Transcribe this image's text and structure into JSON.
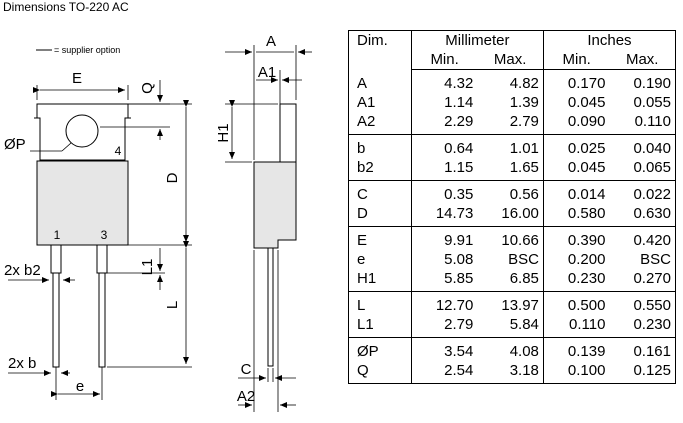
{
  "title": "Dimensions TO-220 AC",
  "legend": "= supplier option",
  "drawing_labels": {
    "E": "E",
    "Q": "Q",
    "P": "ØP",
    "D": "D",
    "L1": "L1",
    "L": "L",
    "b2": "2x b2",
    "b": "2x b",
    "e": "e",
    "pin1": "1",
    "pin3": "3",
    "pin4": "4",
    "A": "A",
    "A1": "A1",
    "H1": "H1",
    "C": "C",
    "A2": "A2"
  },
  "table": {
    "headers": {
      "dim": "Dim.",
      "millimeter": "Millimeter",
      "inches": "Inches",
      "min": "Min.",
      "max": "Max."
    },
    "groups": [
      [
        {
          "dim": "A",
          "mm_min": "4.32",
          "mm_max": "4.82",
          "in_min": "0.170",
          "in_max": "0.190"
        },
        {
          "dim": "A1",
          "mm_min": "1.14",
          "mm_max": "1.39",
          "in_min": "0.045",
          "in_max": "0.055"
        },
        {
          "dim": "A2",
          "mm_min": "2.29",
          "mm_max": "2.79",
          "in_min": "0.090",
          "in_max": "0.110"
        }
      ],
      [
        {
          "dim": "b",
          "mm_min": "0.64",
          "mm_max": "1.01",
          "in_min": "0.025",
          "in_max": "0.040"
        },
        {
          "dim": "b2",
          "mm_min": "1.15",
          "mm_max": "1.65",
          "in_min": "0.045",
          "in_max": "0.065"
        }
      ],
      [
        {
          "dim": "C",
          "mm_min": "0.35",
          "mm_max": "0.56",
          "in_min": "0.014",
          "in_max": "0.022"
        },
        {
          "dim": "D",
          "mm_min": "14.73",
          "mm_max": "16.00",
          "in_min": "0.580",
          "in_max": "0.630"
        }
      ],
      [
        {
          "dim": "E",
          "mm_min": "9.91",
          "mm_max": "10.66",
          "in_min": "0.390",
          "in_max": "0.420"
        },
        {
          "dim": "e",
          "mm_min": "5.08",
          "mm_max": "BSC",
          "in_min": "0.200",
          "in_max": "BSC"
        },
        {
          "dim": "H1",
          "mm_min": "5.85",
          "mm_max": "6.85",
          "in_min": "0.230",
          "in_max": "0.270"
        }
      ],
      [
        {
          "dim": "L",
          "mm_min": "12.70",
          "mm_max": "13.97",
          "in_min": "0.500",
          "in_max": "0.550"
        },
        {
          "dim": "L1",
          "mm_min": "2.79",
          "mm_max": "5.84",
          "in_min": "0.110",
          "in_max": "0.230"
        }
      ],
      [
        {
          "dim": "ØP",
          "mm_min": "3.54",
          "mm_max": "4.08",
          "in_min": "0.139",
          "in_max": "0.161"
        },
        {
          "dim": "Q",
          "mm_min": "2.54",
          "mm_max": "3.18",
          "in_min": "0.100",
          "in_max": "0.125"
        }
      ]
    ]
  }
}
